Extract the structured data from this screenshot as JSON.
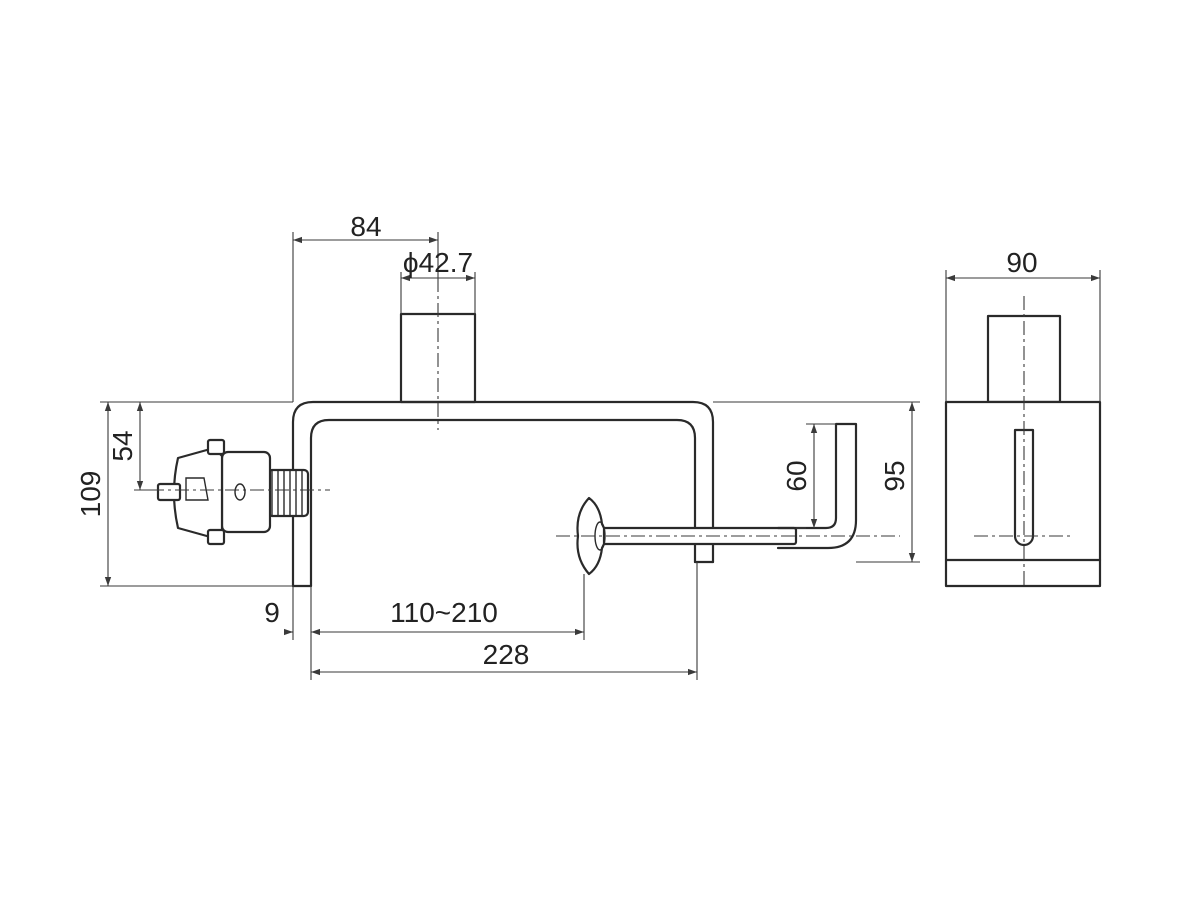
{
  "dimensions": {
    "width_84": "84",
    "diameter": "ϕ42.7",
    "width_90": "90",
    "height_109": "109",
    "height_54": "54",
    "height_60": "60",
    "height_95": "95",
    "offset_9": "9",
    "range": "110~210",
    "length_228": "228"
  },
  "colors": {
    "line": "#2a2a2a",
    "background": "#ffffff"
  }
}
